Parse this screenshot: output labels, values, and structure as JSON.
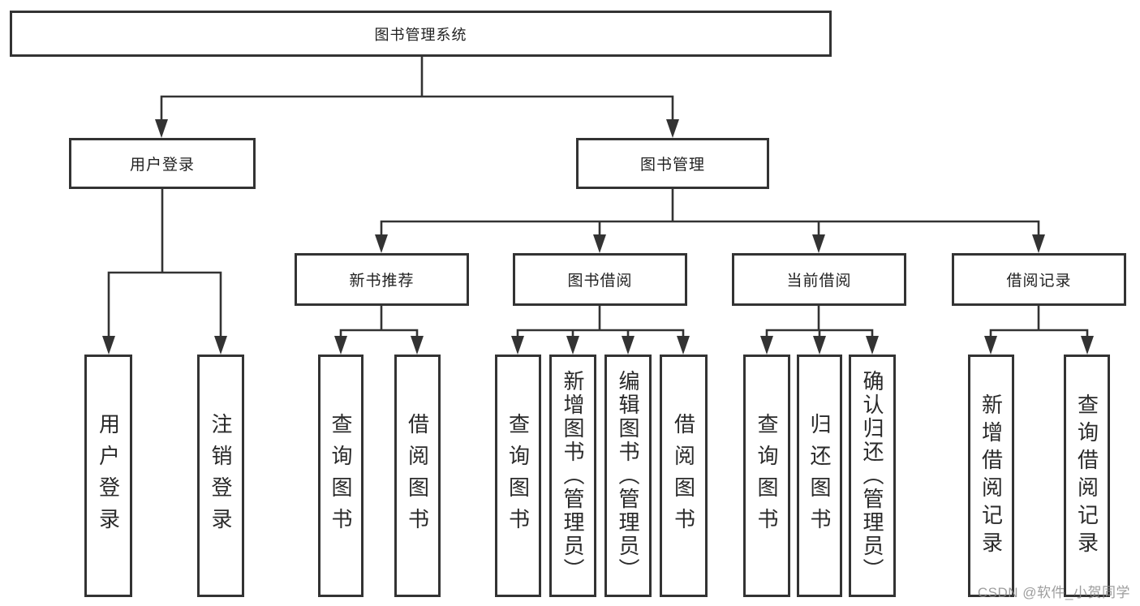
{
  "colors": {
    "background": "#ffffff",
    "line": "#333333",
    "box_border": "#333333",
    "text": "#222222",
    "watermark": "#8c8c8c"
  },
  "tree": {
    "root": "图书管理系统",
    "user": {
      "label": "用户登录",
      "children": [
        "用户登录",
        "注销登录"
      ]
    },
    "book": {
      "label": "图书管理",
      "sections": [
        {
          "label": "新书推荐",
          "children": [
            "查询图书",
            "借阅图书"
          ]
        },
        {
          "label": "图书借阅",
          "children": [
            "查询图书",
            "新增图书（管理员）",
            "编辑图书（管理员）",
            "借阅图书"
          ]
        },
        {
          "label": "当前借阅",
          "children": [
            "查询图书",
            "归还图书",
            "确认归还（管理员）"
          ]
        },
        {
          "label": "借阅记录",
          "children": [
            "新增借阅记录",
            "查询借阅记录"
          ]
        }
      ]
    }
  },
  "watermark": {
    "text": "CSDN @软件_小贺同学"
  }
}
